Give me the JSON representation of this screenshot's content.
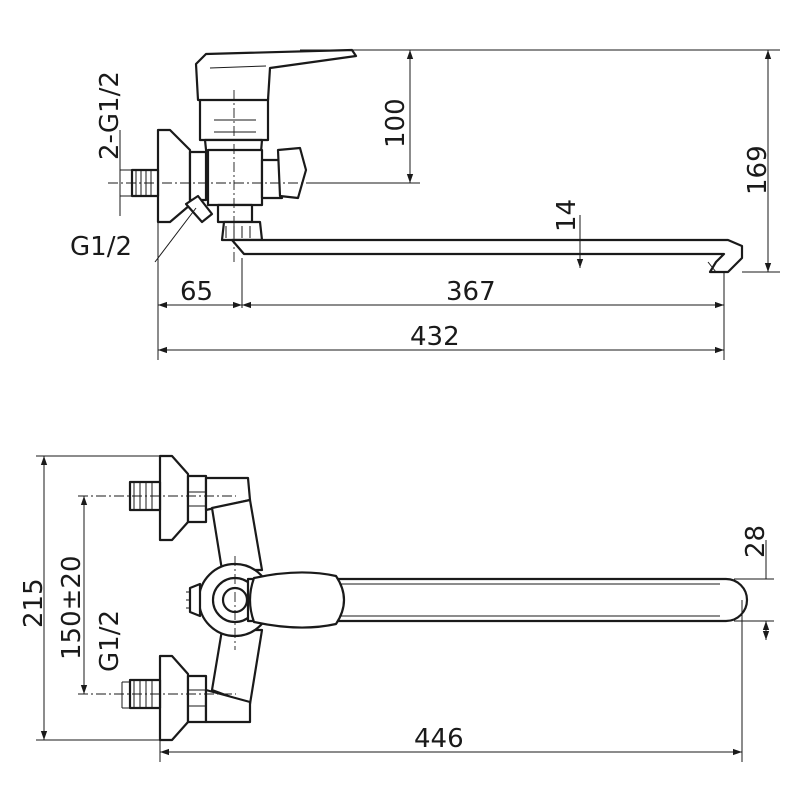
{
  "side_view": {
    "dims": {
      "inlet_thread_top": "2-G1/2",
      "lever_height": "100",
      "total_height": "169",
      "spout_drop": "14",
      "outlet_thread": "G1/2",
      "wall_to_body": "65",
      "body_to_spout": "367",
      "total_length": "432"
    }
  },
  "front_view": {
    "dims": {
      "total_width": "215",
      "inlet_spacing": "150±20",
      "inlet_thread": "G1/2",
      "spout_height": "28",
      "spout_length": "446"
    }
  }
}
